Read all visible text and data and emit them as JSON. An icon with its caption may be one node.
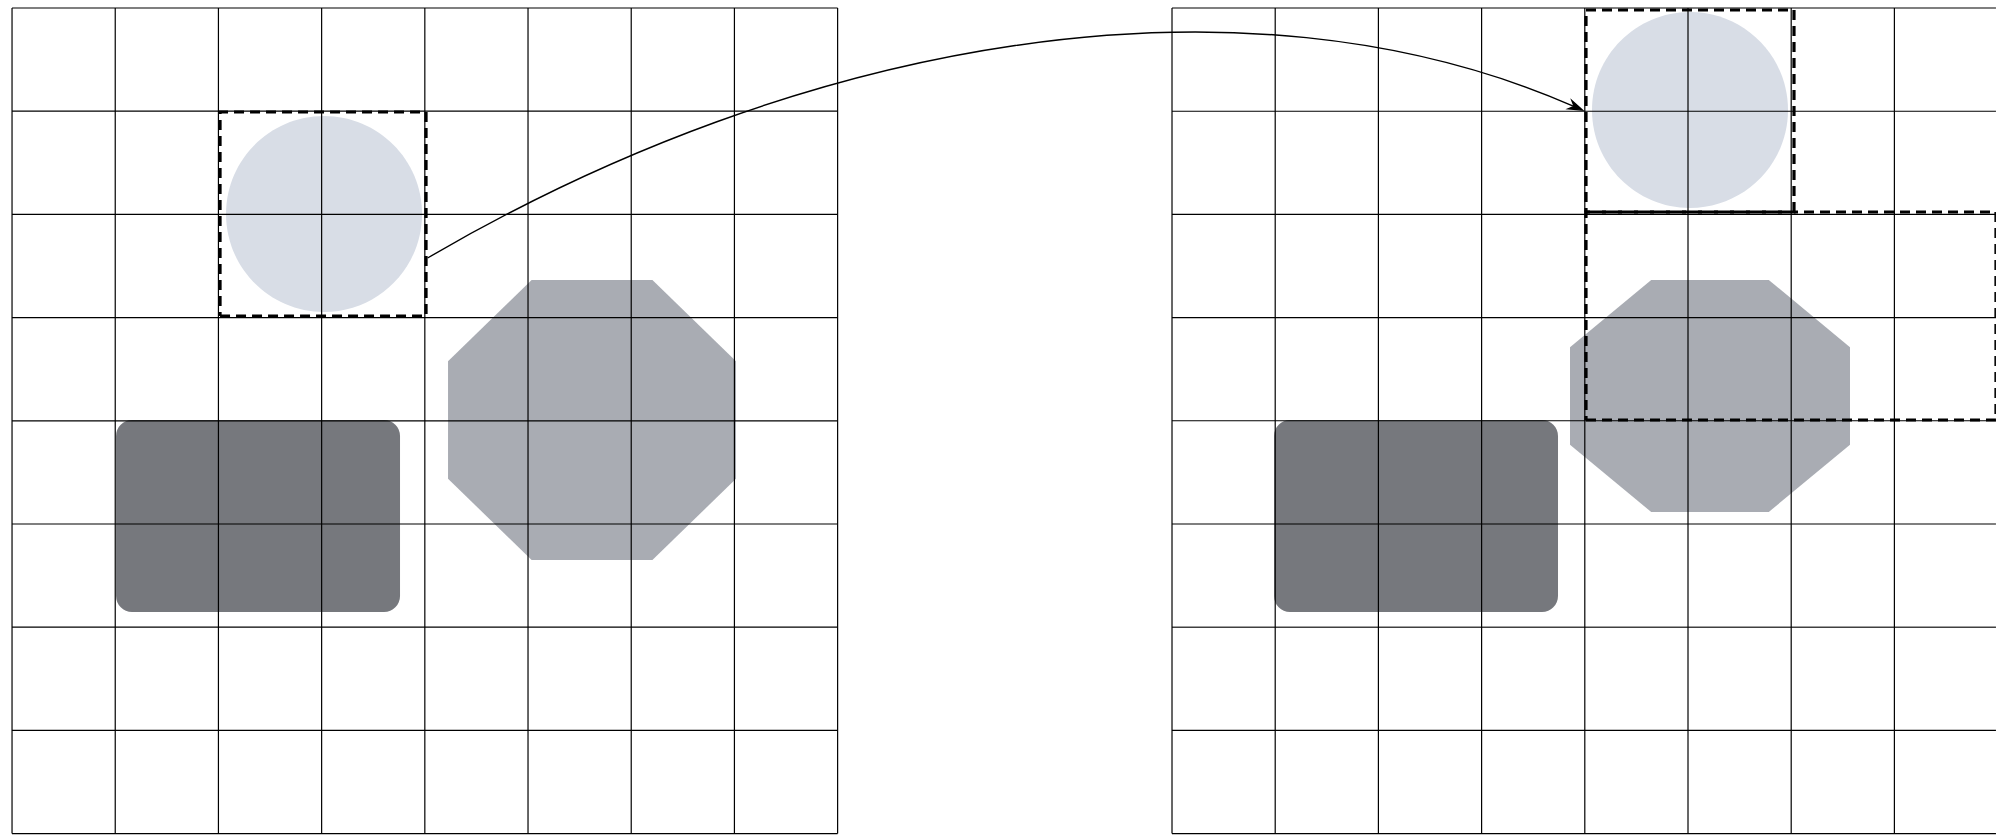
{
  "diagram": {
    "nodes": [
      {
        "text": [],
        "shape": "box"
      },
      {
        "text": [],
        "shape": "box"
      },
      {
        "text": [],
        "shape": "box"
      }
    ],
    "edges": [
      {
        "from": 0,
        "to": 1,
        "arrow": "to"
      }
    ]
  }
}
